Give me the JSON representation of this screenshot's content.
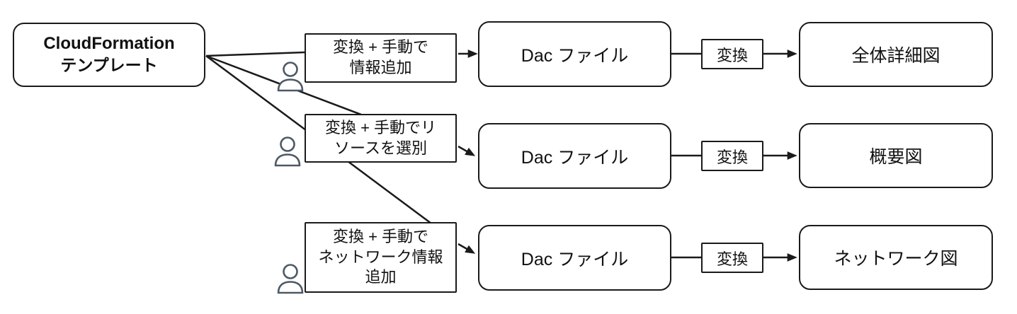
{
  "diagram": {
    "background": "#ffffff",
    "stroke_color": "#1a1a1a",
    "person_icon_color": "#4d5966",
    "source": {
      "line1": "CloudFormation",
      "line2": "テンプレート"
    },
    "rows": [
      {
        "process_lines": [
          "変換 + 手動で",
          "情報追加"
        ],
        "file_label": "Dac ファイル",
        "transform_label": "変換",
        "output_label": "全体詳細図"
      },
      {
        "process_lines": [
          "変換 + 手動でリ",
          "ソースを選別"
        ],
        "file_label": "Dac ファイル",
        "transform_label": "変換",
        "output_label": "概要図"
      },
      {
        "process_lines": [
          "変換 + 手動で",
          "ネットワーク情報",
          "追加"
        ],
        "file_label": "Dac ファイル",
        "transform_label": "変換",
        "output_label": "ネットワーク図"
      }
    ]
  }
}
